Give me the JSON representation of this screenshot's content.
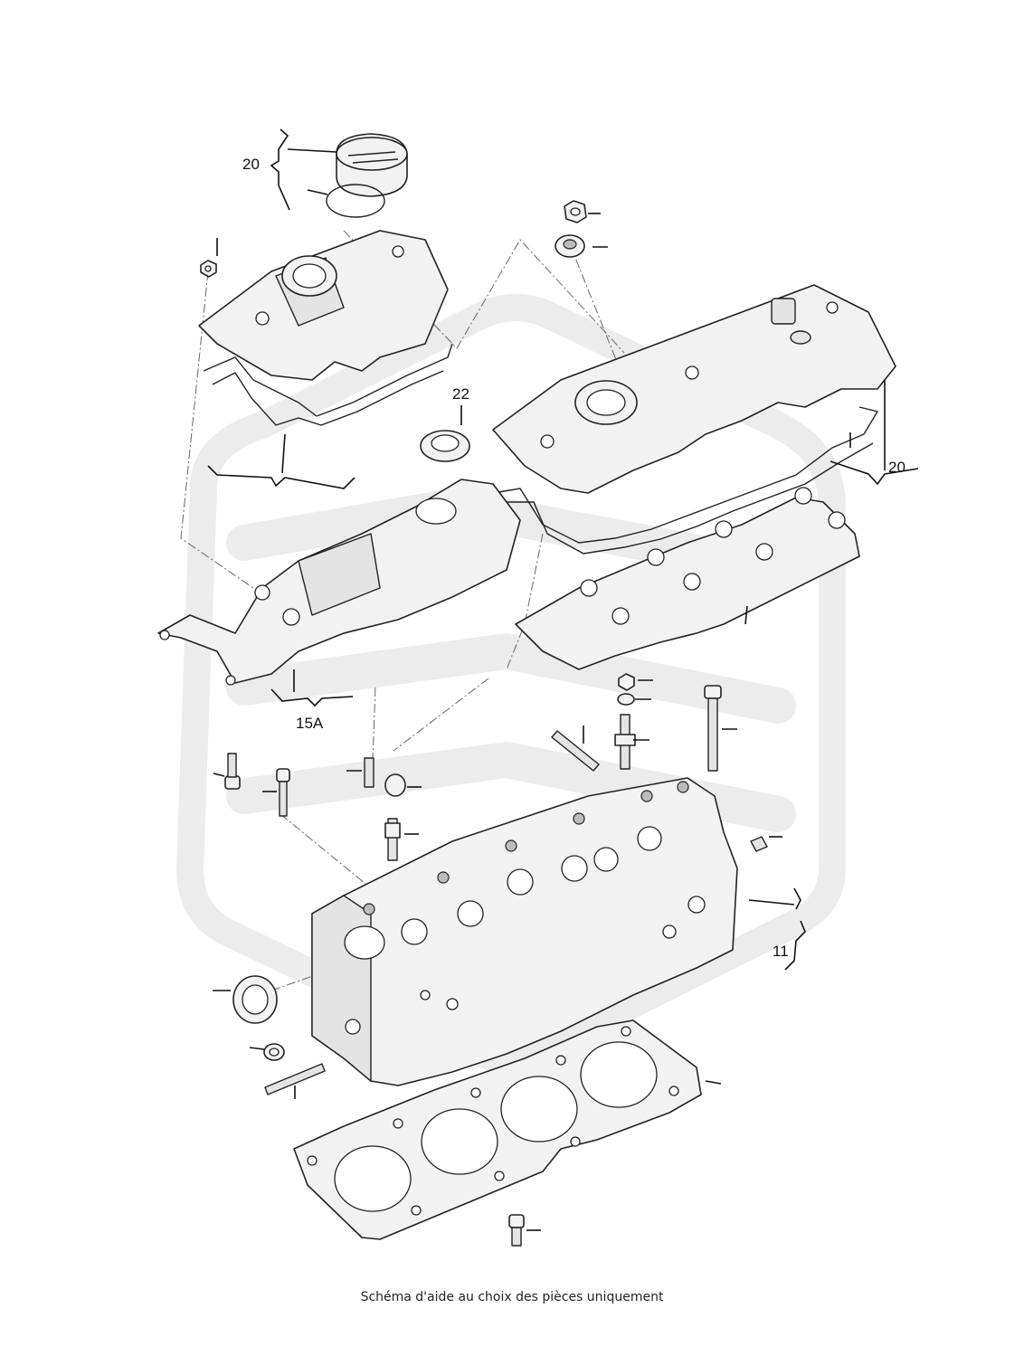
{
  "labels": {
    "cap_group": "20",
    "cover_group": "20",
    "seal": "22",
    "rail": "15A",
    "head": "11"
  },
  "caption": "Schéma d'aide au choix des pièces uniquement",
  "colors": {
    "line": "#222222",
    "part_fill": "#f2f2f2",
    "watermark": "#ececec"
  }
}
